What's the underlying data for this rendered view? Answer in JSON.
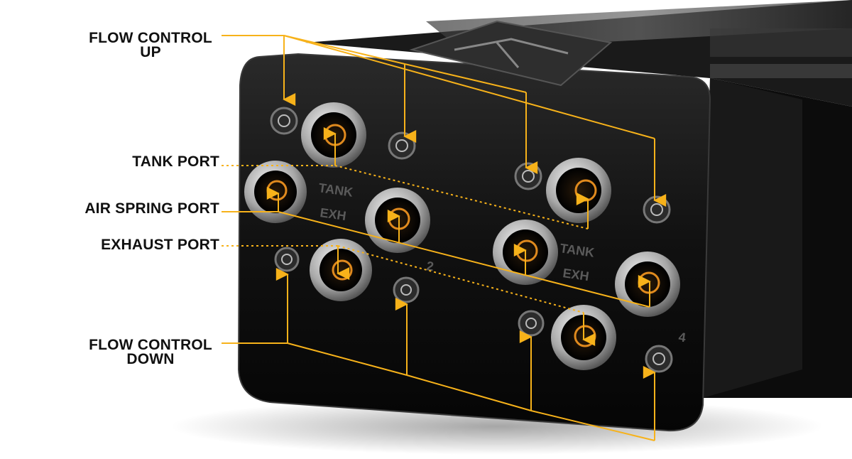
{
  "callouts": {
    "flow_control_up": {
      "line1": "FLOW CONTROL",
      "line2": "UP"
    },
    "tank_port": {
      "text": "TANK PORT"
    },
    "air_spring_port": {
      "text": "AIR SPRING PORT"
    },
    "exhaust_port": {
      "text": "EXHAUST PORT"
    },
    "flow_control_down": {
      "line1": "FLOW CONTROL",
      "line2": "DOWN"
    }
  },
  "port_markings": [
    "TANK",
    "EXH",
    "TANK",
    "EXH",
    "2",
    "4"
  ],
  "colors": {
    "callout_line": "#f7b21a",
    "label_text": "#111111",
    "manifold_body": "#141414",
    "port_ring": "#c9c9c9",
    "port_core": "#e08a1e"
  }
}
